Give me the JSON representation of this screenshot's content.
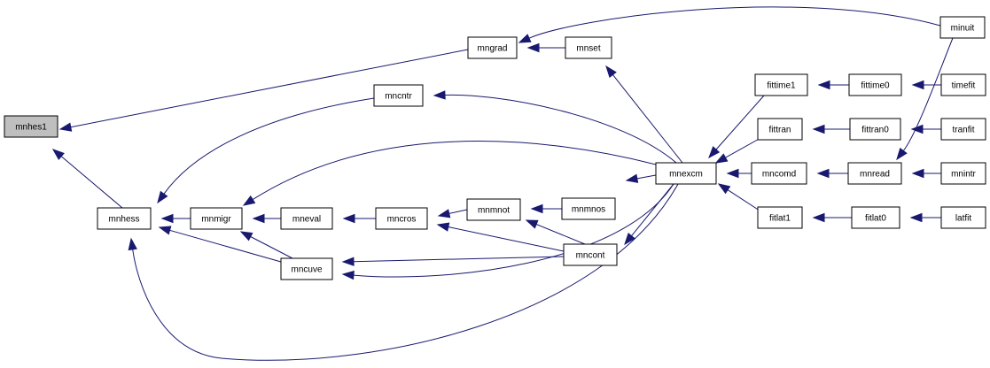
{
  "graph": {
    "nodes": [
      {
        "id": "mnhes1",
        "label": "mnhes1",
        "root": true
      },
      {
        "id": "mnhess",
        "label": "mnhess"
      },
      {
        "id": "mngrad",
        "label": "mngrad"
      },
      {
        "id": "mnset",
        "label": "mnset"
      },
      {
        "id": "minuit",
        "label": "minuit"
      },
      {
        "id": "mncntr",
        "label": "mncntr"
      },
      {
        "id": "mnmigr",
        "label": "mnmigr"
      },
      {
        "id": "mneval",
        "label": "mneval"
      },
      {
        "id": "mncros",
        "label": "mncros"
      },
      {
        "id": "mnmnot",
        "label": "mnmnot"
      },
      {
        "id": "mnmnos",
        "label": "mnmnos"
      },
      {
        "id": "mnexcm",
        "label": "mnexcm"
      },
      {
        "id": "mncont",
        "label": "mncont"
      },
      {
        "id": "mncuve",
        "label": "mncuve"
      },
      {
        "id": "fittime1",
        "label": "fittime1"
      },
      {
        "id": "fittime0",
        "label": "fittime0"
      },
      {
        "id": "timefit",
        "label": "timefit"
      },
      {
        "id": "fittran",
        "label": "fittran"
      },
      {
        "id": "fittran0",
        "label": "fittran0"
      },
      {
        "id": "tranfit",
        "label": "tranfit"
      },
      {
        "id": "mncomd",
        "label": "mncomd"
      },
      {
        "id": "mnread",
        "label": "mnread"
      },
      {
        "id": "mnintr",
        "label": "mnintr"
      },
      {
        "id": "fitlat1",
        "label": "fitlat1"
      },
      {
        "id": "fitlat0",
        "label": "fitlat0"
      },
      {
        "id": "latfit",
        "label": "latfit"
      }
    ],
    "edges": [
      {
        "from": "mnhess",
        "to": "mnhes1"
      },
      {
        "from": "mngrad",
        "to": "mnhes1"
      },
      {
        "from": "mnset",
        "to": "mngrad"
      },
      {
        "from": "minuit",
        "to": "mngrad"
      },
      {
        "from": "mnexcm",
        "to": "mnset"
      },
      {
        "from": "mncntr",
        "to": "mnhess"
      },
      {
        "from": "mnmigr",
        "to": "mnhess"
      },
      {
        "from": "mncuve",
        "to": "mnhess"
      },
      {
        "from": "mnexcm",
        "to": "mnhess"
      },
      {
        "from": "mnexcm",
        "to": "mncntr"
      },
      {
        "from": "mneval",
        "to": "mnmigr"
      },
      {
        "from": "mncuve",
        "to": "mnmigr"
      },
      {
        "from": "mnexcm",
        "to": "mnmigr"
      },
      {
        "from": "mncros",
        "to": "mneval"
      },
      {
        "from": "mnmnot",
        "to": "mncros"
      },
      {
        "from": "mncont",
        "to": "mncros"
      },
      {
        "from": "mnmnos",
        "to": "mnmnot"
      },
      {
        "from": "mncont",
        "to": "mnmnot"
      },
      {
        "from": "mnexcm",
        "to": "mnmnos"
      },
      {
        "from": "mnexcm",
        "to": "mncont"
      },
      {
        "from": "mncont",
        "to": "mncuve"
      },
      {
        "from": "mnexcm",
        "to": "mncuve"
      },
      {
        "from": "fittime1",
        "to": "mnexcm"
      },
      {
        "from": "fittran",
        "to": "mnexcm"
      },
      {
        "from": "mncomd",
        "to": "mnexcm"
      },
      {
        "from": "fitlat1",
        "to": "mnexcm"
      },
      {
        "from": "fittime0",
        "to": "fittime1"
      },
      {
        "from": "timefit",
        "to": "fittime0"
      },
      {
        "from": "fittran0",
        "to": "fittran"
      },
      {
        "from": "tranfit",
        "to": "fittran0"
      },
      {
        "from": "mnread",
        "to": "mncomd"
      },
      {
        "from": "minuit",
        "to": "mnread"
      },
      {
        "from": "mnintr",
        "to": "mnread"
      },
      {
        "from": "fitlat0",
        "to": "fitlat1"
      },
      {
        "from": "latfit",
        "to": "fitlat0"
      }
    ]
  }
}
